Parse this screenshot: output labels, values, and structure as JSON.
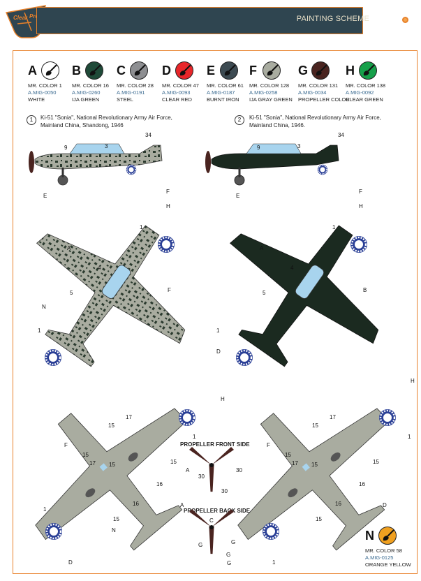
{
  "header": {
    "title": "PAINTING SCHEME",
    "logo_text": "Clear Prop!"
  },
  "colors": [
    {
      "letter": "A",
      "mr": "MR. COLOR 1",
      "amig": "A.MIG-0050",
      "name": "WHITE",
      "hex": "#ffffff"
    },
    {
      "letter": "B",
      "mr": "MR. COLOR 16",
      "amig": "A.MIG-0260",
      "name": "IJA GREEN",
      "hex": "#1f4a38"
    },
    {
      "letter": "C",
      "mr": "MR. COLOR 28",
      "amig": "A.MIG-0191",
      "name": "STEEL",
      "hex": "#8e8f92"
    },
    {
      "letter": "D",
      "mr": "MR. COLOR 47",
      "amig": "A.MIG-0093",
      "name": "CLEAR RED",
      "hex": "#e8262a"
    },
    {
      "letter": "E",
      "mr": "MR. COLOR 61",
      "amig": "A.MIG-0187",
      "name": "BURNT IRON",
      "hex": "#3d4b52"
    },
    {
      "letter": "F",
      "mr": "MR. COLOR 128",
      "amig": "A.MIG-0258",
      "name": "IJA GRAY GREEN",
      "hex": "#a9aca0"
    },
    {
      "letter": "G",
      "mr": "MR. COLOR 131",
      "amig": "A.MIG-0034",
      "name": "PROPELLER COLOR",
      "hex": "#4a2420"
    },
    {
      "letter": "H",
      "mr": "MR. COLOR 138",
      "amig": "A.MIG-0092",
      "name": "CLEAR GREEN",
      "hex": "#16a04a"
    },
    {
      "letter": "N",
      "mr": "MR. COLOR 58",
      "amig": "A.MIG-0125",
      "name": "ORANGE YELLOW",
      "hex": "#f0a020"
    }
  ],
  "schemes": [
    {
      "num": "1",
      "line1": "Ki-51 \"Sonia\", National Revolutionary Army Air Force,",
      "line2": "Mainland China, Shandong, 1946"
    },
    {
      "num": "2",
      "line1": "Ki-51 \"Sonia\", National Revolutionary Army Air Force,",
      "line2": "Mainland China, 1946."
    }
  ],
  "propeller": {
    "front_label": "PROPELLER FRONT SIDE",
    "back_label": "PROPELLER BACK SIDE"
  },
  "callouts": [
    "9",
    "3",
    "34",
    "E",
    "F",
    "9",
    "3",
    "34",
    "E",
    "F",
    "H",
    "1",
    "A",
    "4",
    "5",
    "N",
    "F",
    "1",
    "H",
    "1",
    "A",
    "4",
    "5",
    "B",
    "1",
    "D",
    "H",
    "17",
    "15",
    "1",
    "F",
    "15",
    "17",
    "15",
    "15",
    "16",
    "16",
    "15",
    "1",
    "N",
    "D",
    "A",
    "H",
    "17",
    "15",
    "1",
    "F",
    "15",
    "17",
    "15",
    "15",
    "16",
    "16",
    "15",
    "1",
    "D",
    "A",
    "30",
    "30",
    "30",
    "C",
    "G",
    "G",
    "G",
    "G",
    "C"
  ]
}
